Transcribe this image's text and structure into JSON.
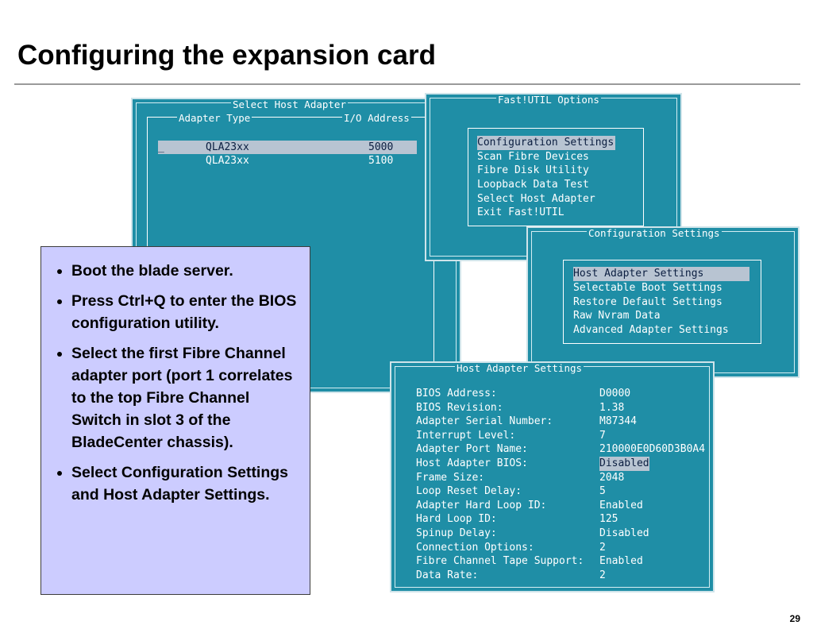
{
  "slide": {
    "title": "Configuring the expansion card",
    "page_number": "29"
  },
  "select_host_adapter": {
    "title": "Select Host Adapter",
    "col_type": "Adapter Type",
    "col_address": "I/O Address",
    "cursor": "_",
    "rows": [
      {
        "type": "QLA23xx",
        "address": "5000"
      },
      {
        "type": "QLA23xx",
        "address": "5100"
      }
    ]
  },
  "fastutil_options": {
    "title": "Fast!UTIL Options",
    "items": [
      "Configuration Settings",
      "Scan Fibre Devices",
      "Fibre Disk Utility",
      "Loopback Data Test",
      "Select Host Adapter",
      "Exit Fast!UTIL"
    ]
  },
  "configuration_settings": {
    "title": "Configuration Settings",
    "items": [
      "Host Adapter Settings",
      "Selectable Boot Settings",
      "Restore Default Settings",
      "Raw Nvram Data",
      "Advanced Adapter Settings"
    ]
  },
  "host_adapter_settings": {
    "title": "Host Adapter Settings",
    "rows": [
      {
        "label": "BIOS Address:",
        "value": "D0000"
      },
      {
        "label": "BIOS Revision:",
        "value": "1.38"
      },
      {
        "label": "Adapter Serial Number:",
        "value": "M87344"
      },
      {
        "label": "Interrupt Level:",
        "value": "7"
      },
      {
        "label": "Adapter Port Name:",
        "value": "210000E0D60D3B0A4"
      },
      {
        "label": "Host Adapter BIOS:",
        "value": "Disabled"
      },
      {
        "label": "Frame Size:",
        "value": "2048"
      },
      {
        "label": "Loop Reset Delay:",
        "value": "5"
      },
      {
        "label": "Adapter Hard Loop ID:",
        "value": "Enabled"
      },
      {
        "label": "Hard Loop ID:",
        "value": "125"
      },
      {
        "label": "Spinup Delay:",
        "value": "Disabled"
      },
      {
        "label": "Connection Options:",
        "value": "2"
      },
      {
        "label": "Fibre Channel Tape Support:",
        "value": "Enabled"
      },
      {
        "label": "Data Rate:",
        "value": "2"
      }
    ]
  },
  "instructions": [
    "Boot the blade server.",
    "Press Ctrl+Q to enter the BIOS configuration utility.",
    "Select the first Fibre Channel adapter port (port 1 correlates to the top Fibre Channel Switch in slot 3 of the BladeCenter chassis).",
    "Select Configuration Settings and Host Adapter Settings."
  ],
  "colors": {
    "screen_background": "#1f8ea6",
    "highlight": "#b8c4d2",
    "bullet_panel": "#ccccff"
  }
}
